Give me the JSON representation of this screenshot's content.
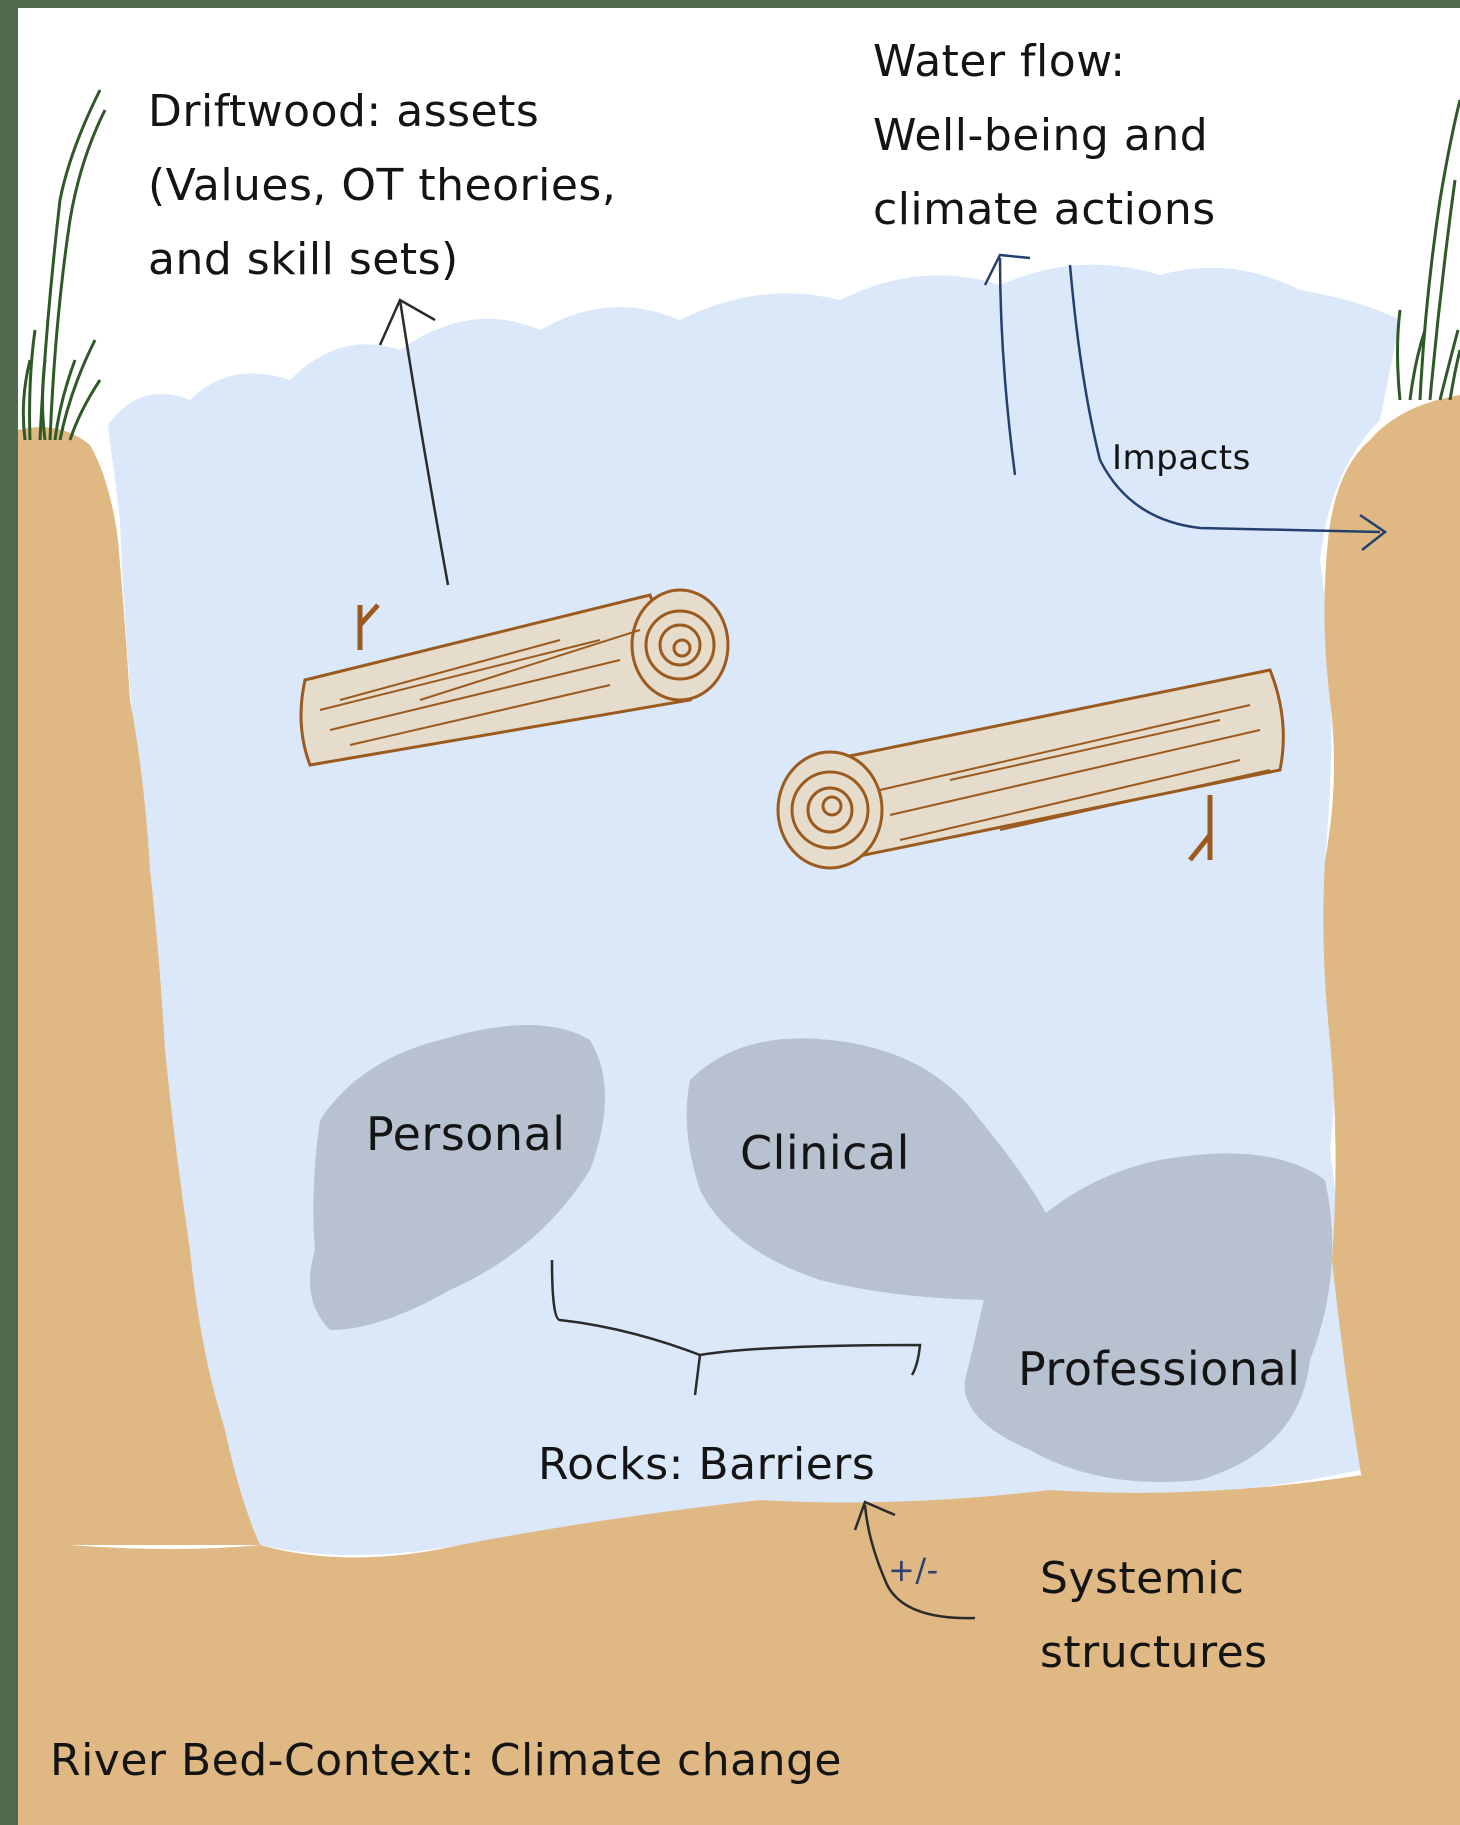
{
  "labels": {
    "driftwood": [
      "Driftwood: assets",
      "(Values, OT theories,",
      "and skill sets)"
    ],
    "water_flow": [
      "Water flow:",
      "Well-being and",
      "climate actions"
    ],
    "impacts": "Impacts",
    "rocks": {
      "personal": "Personal",
      "clinical": "Clinical",
      "professional": "Professional"
    },
    "rocks_caption": "Rocks: Barriers",
    "plus_minus": "+/-",
    "systemic": [
      "Systemic",
      "structures"
    ],
    "river_bed": "River Bed-Context: Climate change"
  },
  "colors": {
    "frame": "#4f6a4f",
    "paper": "#ffffff",
    "water": "#dbe8f9",
    "bank": "#dfb884",
    "rock": "#b7c1d0",
    "log_outline": "#9b5a1e",
    "log_fill": "#e6dccb",
    "grass": "#2f5a28",
    "arrow_dark": "#2b2b2b",
    "arrow_blue": "#23406f"
  }
}
